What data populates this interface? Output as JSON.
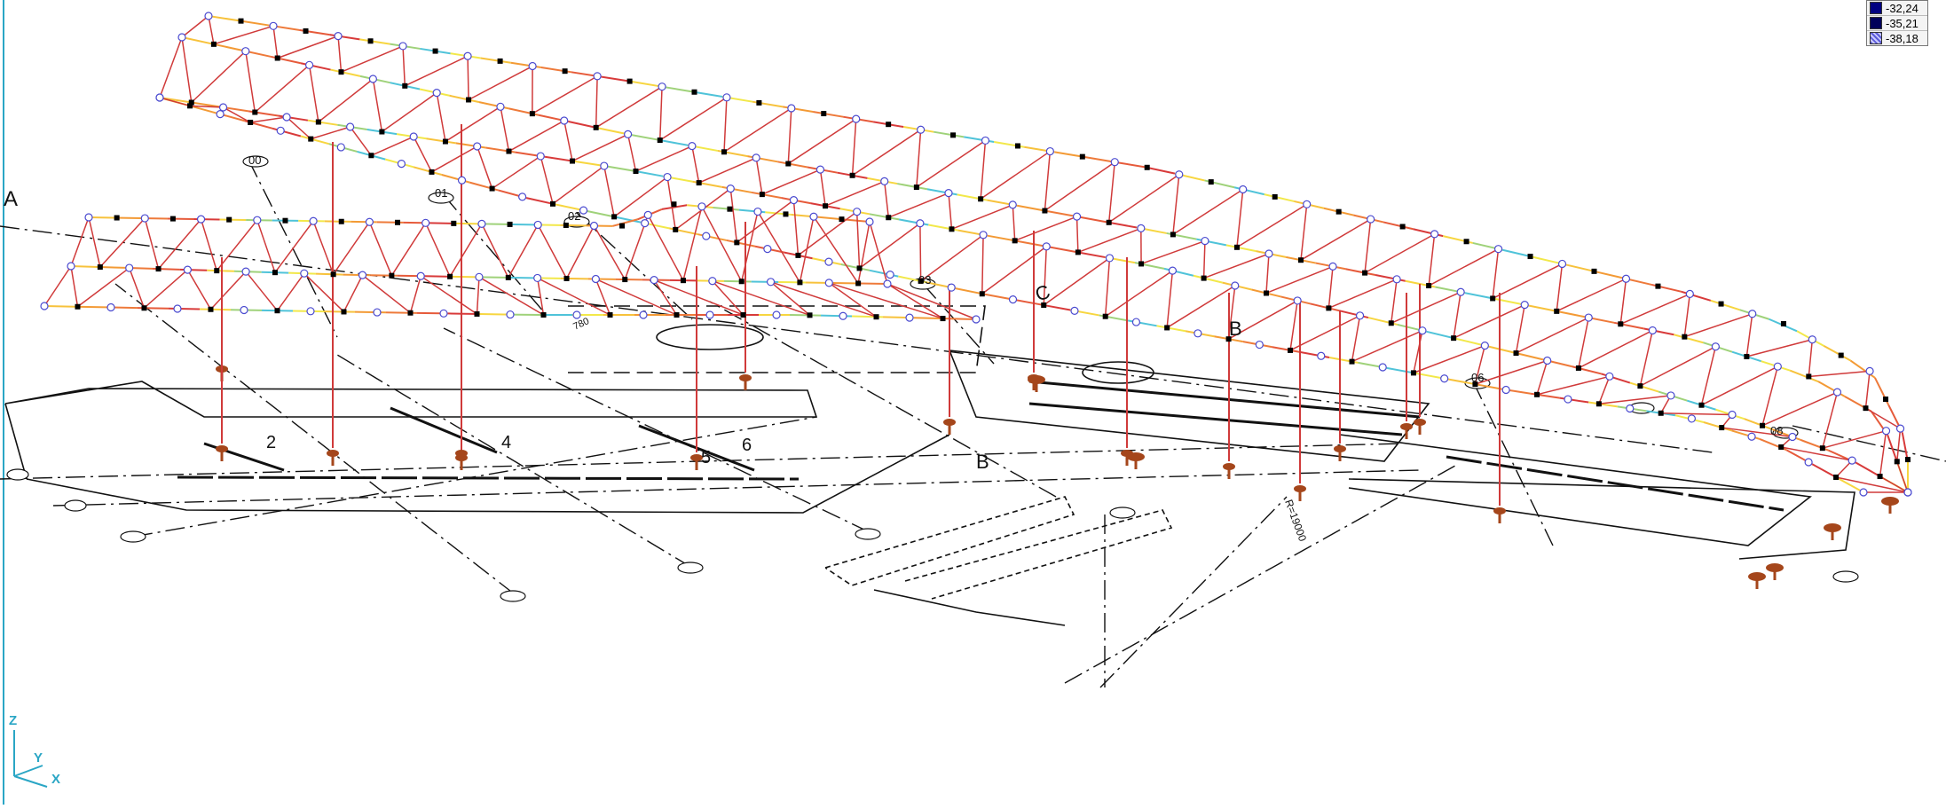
{
  "legend": [
    {
      "value": "-32,24",
      "color": "#000080",
      "hatched": false
    },
    {
      "value": "-35,21",
      "color": "#00005a",
      "hatched": false
    },
    {
      "value": "-38,18",
      "color": "#6b6bd6",
      "hatched": true
    }
  ],
  "axes": {
    "z": "Z",
    "y": "Y",
    "x": "X"
  },
  "grid_labels": {
    "a": "A",
    "b1": "B",
    "b2": "B",
    "c": "C",
    "n00": "00",
    "n01": "01",
    "n02": "02",
    "n03": "03",
    "n06": "06",
    "n08": "08",
    "n2": "2",
    "n4": "4",
    "n5": "5",
    "n6": "6",
    "radius": "R=19000",
    "r780": "780"
  },
  "colors": {
    "truss": "#d03a3a",
    "support": "#a5461b",
    "drawing": "#111111"
  }
}
